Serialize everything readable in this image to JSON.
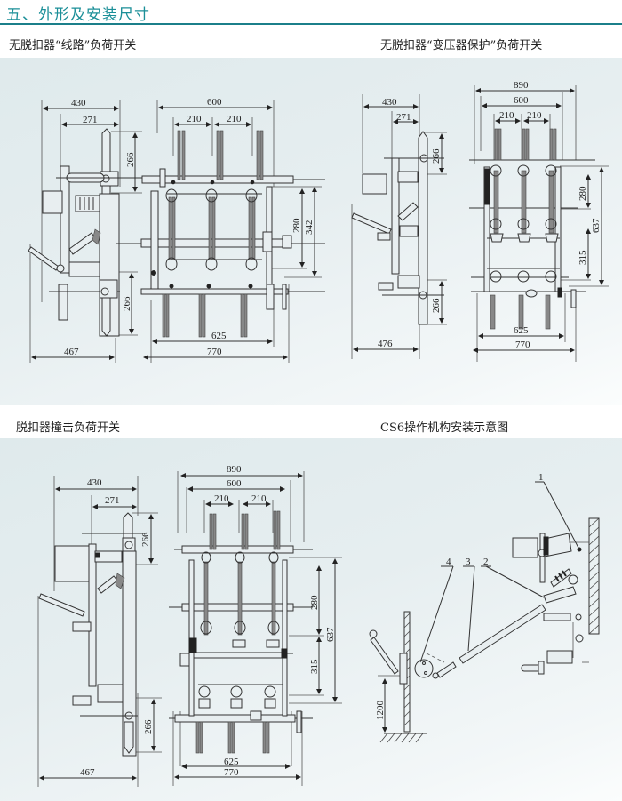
{
  "header": {
    "title": "五、外形及安装尺寸",
    "accent_color": "#1b8f98"
  },
  "sections": [
    {
      "caption": "无脱扣器“线路”负荷开关",
      "dimensions": {
        "side_width": "430",
        "side_inner": "271",
        "top_height": "266",
        "bottom_height": "266",
        "depth": "467",
        "front_width": "600",
        "pitch_1": "210",
        "pitch_2": "210",
        "height_a": "280",
        "height_b": "342",
        "base_inner": "625",
        "base_outer": "770"
      }
    },
    {
      "caption": "无脱扣器“变压器保护”负荷开关",
      "dimensions": {
        "side_width": "430",
        "side_inner": "271",
        "top_height": "266",
        "bottom_height": "266",
        "depth": "476",
        "overall_width": "890",
        "front_width": "600",
        "pitch_1": "210",
        "pitch_2": "210",
        "height_a": "280",
        "height_total": "637",
        "height_b": "315",
        "base_inner": "625",
        "base_outer": "770"
      }
    },
    {
      "caption": "脱扣器撞击负荷开关",
      "dimensions": {
        "side_width": "430",
        "side_inner": "271",
        "top_height": "266",
        "bottom_height": "266",
        "depth": "467",
        "overall_width": "890",
        "front_width": "600",
        "pitch_1": "210",
        "pitch_2": "210",
        "height_a": "280",
        "height_total": "637",
        "height_b": "315",
        "base_inner": "625",
        "base_outer": "770"
      }
    },
    {
      "caption": "CS6操作机构安装示意图",
      "labels": [
        "1",
        "2",
        "3",
        "4"
      ],
      "mount_height": "1200"
    }
  ]
}
